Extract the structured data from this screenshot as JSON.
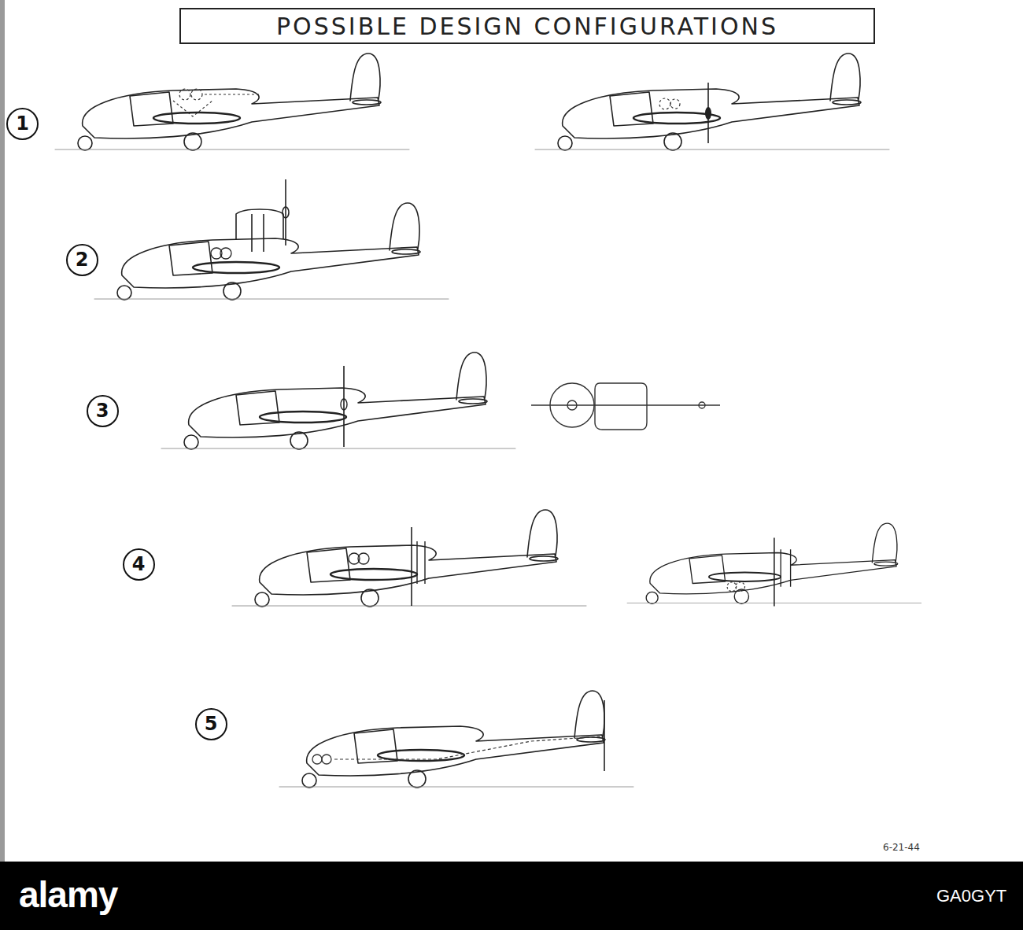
{
  "diagram": {
    "title": "POSSIBLE DESIGN CONFIGURATIONS",
    "nodes": [
      {
        "text": [
          "1"
        ]
      },
      {
        "text": [
          "2"
        ]
      },
      {
        "text": [
          "3"
        ]
      },
      {
        "text": [
          "4"
        ]
      },
      {
        "text": [
          "5"
        ]
      }
    ],
    "labels": [
      "6-21-44",
      "alamy",
      "GA0GYT"
    ]
  }
}
